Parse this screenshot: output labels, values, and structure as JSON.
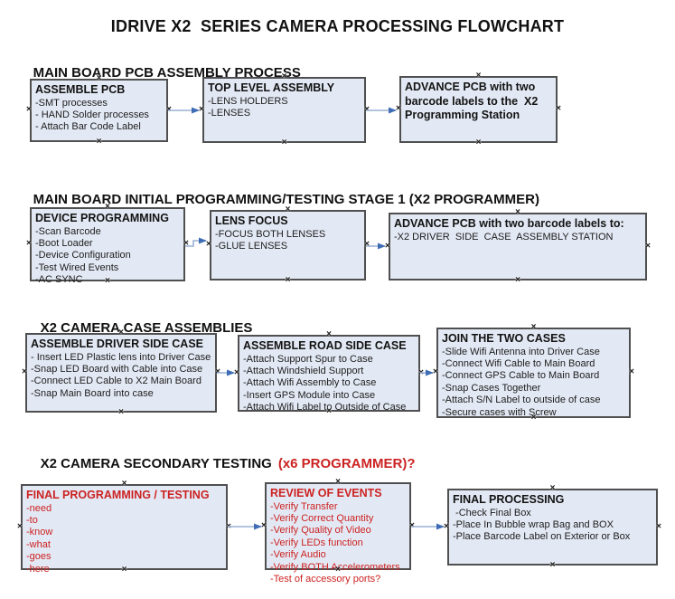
{
  "title": "IDRIVE X2  SERIES CAMERA PROCESSING FLOWCHART",
  "colors": {
    "box_fill": "#e3e9f4",
    "box_border": "#4f4f4f",
    "arrow_line": "#9ab1d3",
    "arrow_head": "#3e6db5",
    "red_text": "#cc2222"
  },
  "sections": [
    {
      "heading": "MAIN BOARD PCB ASSEMBLY PROCESS",
      "heading_red": "",
      "boxes": [
        {
          "title": "ASSEMBLE PCB",
          "items": [
            "-SMT processes",
            "- HAND Solder processes",
            "- Attach Bar Code Label"
          ]
        },
        {
          "title": "TOP LEVEL ASSEMBLY",
          "items": [
            "-LENS HOLDERS",
            "-LENSES"
          ]
        },
        {
          "title": "ADVANCE PCB with two barcode labels to the  X2 Programming Station",
          "items": []
        }
      ]
    },
    {
      "heading": "MAIN BOARD INITIAL PROGRAMMING/TESTING STAGE 1 (X2 PROGRAMMER)",
      "heading_red": "",
      "boxes": [
        {
          "title": "DEVICE PROGRAMMING",
          "items": [
            "-Scan Barcode",
            "-Boot Loader",
            "-Device Configuration",
            "-Test Wired Events",
            "-AC SYNC"
          ]
        },
        {
          "title": "LENS FOCUS",
          "items": [
            "-FOCUS BOTH LENSES",
            "-GLUE LENSES"
          ]
        },
        {
          "title": "ADVANCE PCB with two barcode labels to:",
          "items": [
            "-X2 DRIVER  SIDE  CASE  ASSEMBLY STATION"
          ]
        }
      ]
    },
    {
      "heading": "X2 CAMERA CASE ASSEMBLIES",
      "heading_red": "",
      "boxes": [
        {
          "title": "ASSEMBLE DRIVER SIDE CASE",
          "items": [
            "- Insert LED Plastic lens into Driver Case",
            "-Snap LED Board with Cable into Case",
            "-Connect LED Cable to X2 Main Board",
            "-Snap Main Board into case"
          ]
        },
        {
          "title": "ASSEMBLE ROAD SIDE CASE",
          "items": [
            "-Attach Support Spur to Case",
            "-Attach Windshield Support",
            "-Attach Wifi Assembly to Case",
            "-Insert GPS Module into Case",
            "-Attach Wifi Label to Outside of Case"
          ]
        },
        {
          "title": "JOIN THE TWO CASES",
          "items": [
            "-Slide Wifi Antenna into Driver Case",
            "-Connect Wifi Cable to Main Board",
            "-Connect GPS Cable to Main Board",
            "-Snap Cases Together",
            "-Attach S/N Label to outside of case",
            "-Secure cases with Screw"
          ]
        }
      ]
    },
    {
      "heading": "X2 CAMERA SECONDARY TESTING",
      "heading_red": "(x6 PROGRAMMER)?",
      "boxes": [
        {
          "title": "FINAL PROGRAMMING / TESTING",
          "items": [
            "-need",
            "-to",
            "-know",
            "-what",
            "-goes",
            "-here"
          ]
        },
        {
          "title": "REVIEW OF EVENTS",
          "items": [
            "-Verify Transfer",
            "-Verify Correct Quantity",
            "-Verify Quality of Video",
            "-Verify LEDs function",
            "-Verify Audio",
            "-Verify BOTH Accelerometers",
            "-Test of accessory ports?"
          ]
        },
        {
          "title": "FINAL PROCESSING",
          "items": [
            " -Check Final Box",
            "-Place In Bubble wrap Bag and BOX",
            "-Place Barcode Label on Exterior or Box"
          ]
        }
      ]
    }
  ]
}
